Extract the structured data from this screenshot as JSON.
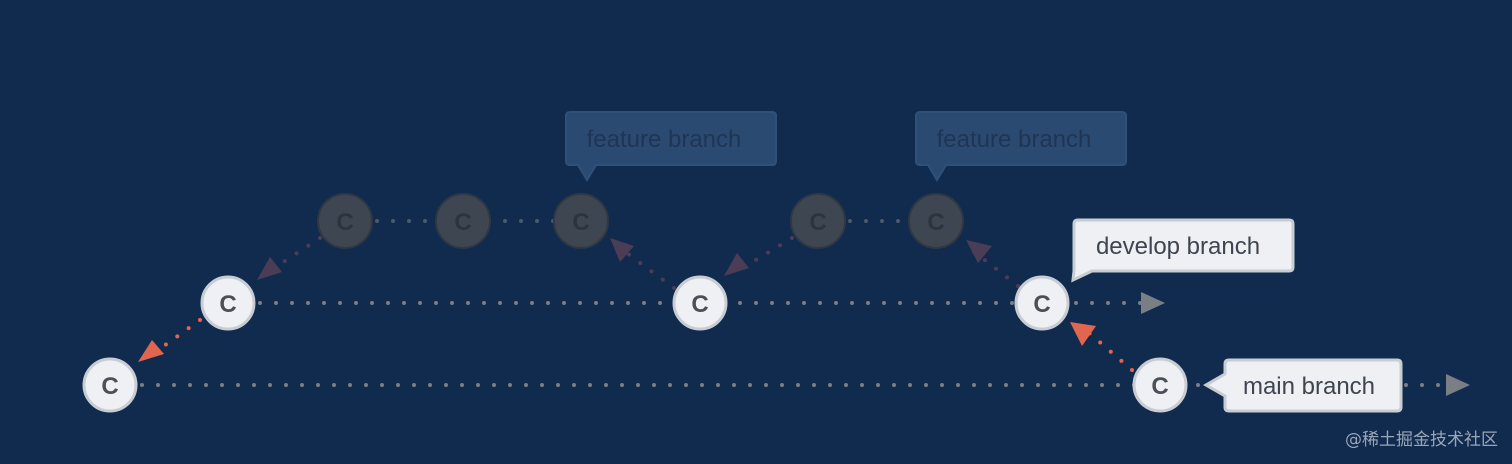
{
  "colors": {
    "background": "#112b4f",
    "line": "#7a7f85",
    "merge_arrow": "#e0664f",
    "active_node_fill": "#eef0f4",
    "active_node_stroke": "#c8ccd3",
    "active_node_text": "#4a4f58",
    "dim_node_fill": "#3d4651",
    "dim_node_text": "#2d3440",
    "dim_arrow": "#4a3d55",
    "label_active_fill": "#eef0f4",
    "label_active_stroke": "#c8ccd3",
    "label_active_text": "#3e4450",
    "label_dim_fill": "#2b4a72",
    "label_dim_text": "#1f3553"
  },
  "nodes": [
    {
      "id": "m1",
      "text": "C",
      "state": "active"
    },
    {
      "id": "m2",
      "text": "C",
      "state": "active"
    },
    {
      "id": "d1",
      "text": "C",
      "state": "active"
    },
    {
      "id": "d2",
      "text": "C",
      "state": "active"
    },
    {
      "id": "d3",
      "text": "C",
      "state": "active"
    },
    {
      "id": "f1",
      "text": "C",
      "state": "dim"
    },
    {
      "id": "f2",
      "text": "C",
      "state": "dim"
    },
    {
      "id": "f3",
      "text": "C",
      "state": "dim"
    },
    {
      "id": "f4",
      "text": "C",
      "state": "dim"
    },
    {
      "id": "f5",
      "text": "C",
      "state": "dim"
    }
  ],
  "labels": {
    "feature_1": "feature branch",
    "feature_2": "feature branch",
    "develop": "develop branch",
    "main": "main branch"
  },
  "watermark": "@稀土掘金技术社区"
}
